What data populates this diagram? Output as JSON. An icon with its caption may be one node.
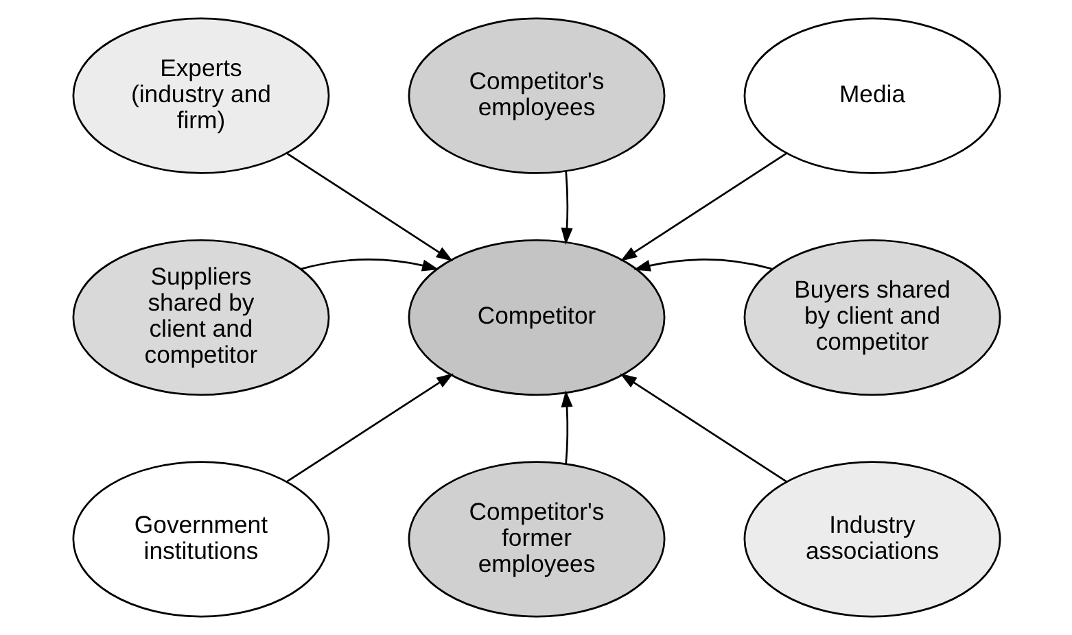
{
  "diagram": {
    "nodes": [
      {
        "text": [
          "Experts (industry and firm)"
        ]
      },
      {
        "text": [
          "Competitor's employees"
        ]
      },
      {
        "text": [
          "Media"
        ]
      },
      {
        "text": [
          "Suppliers shared by client and competitor"
        ]
      },
      {
        "text": [
          "Competitor"
        ]
      },
      {
        "text": [
          "Buyers shared by client and competitor"
        ]
      },
      {
        "text": [
          "Government institutions"
        ]
      },
      {
        "text": [
          "Competitor's former employees"
        ]
      },
      {
        "text": [
          "Industry associations"
        ]
      }
    ],
    "edges": [
      {
        "from": 0,
        "to": 4,
        "arrow": "to"
      },
      {
        "from": 1,
        "to": 4,
        "arrow": "to"
      },
      {
        "from": 2,
        "to": 4,
        "arrow": "to"
      },
      {
        "from": 3,
        "to": 4,
        "arrow": "to"
      },
      {
        "from": 5,
        "to": 4,
        "arrow": "to"
      },
      {
        "from": 6,
        "to": 4,
        "arrow": "to"
      },
      {
        "from": 7,
        "to": 4,
        "arrow": "to"
      },
      {
        "from": 8,
        "to": 4,
        "arrow": "to"
      }
    ]
  }
}
